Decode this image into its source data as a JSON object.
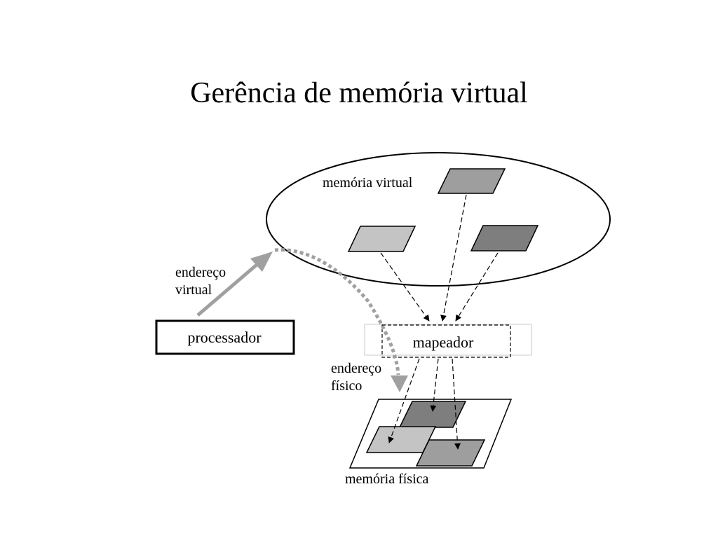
{
  "title": "Gerência de memória virtual",
  "diagram": {
    "nodes": {
      "virtual_memory": "memória virtual",
      "processor": "processador",
      "mapper": "mapeador",
      "physical_memory": "memória física"
    },
    "edges": {
      "virtual_address": [
        "endereço",
        "virtual"
      ],
      "physical_address": [
        "endereço",
        "físico"
      ]
    },
    "colors": {
      "page_light": "#c4c4c4",
      "page_mid": "#9e9e9e",
      "page_dark": "#7e7e7e",
      "arrow_gray": "#a0a0a0"
    }
  }
}
